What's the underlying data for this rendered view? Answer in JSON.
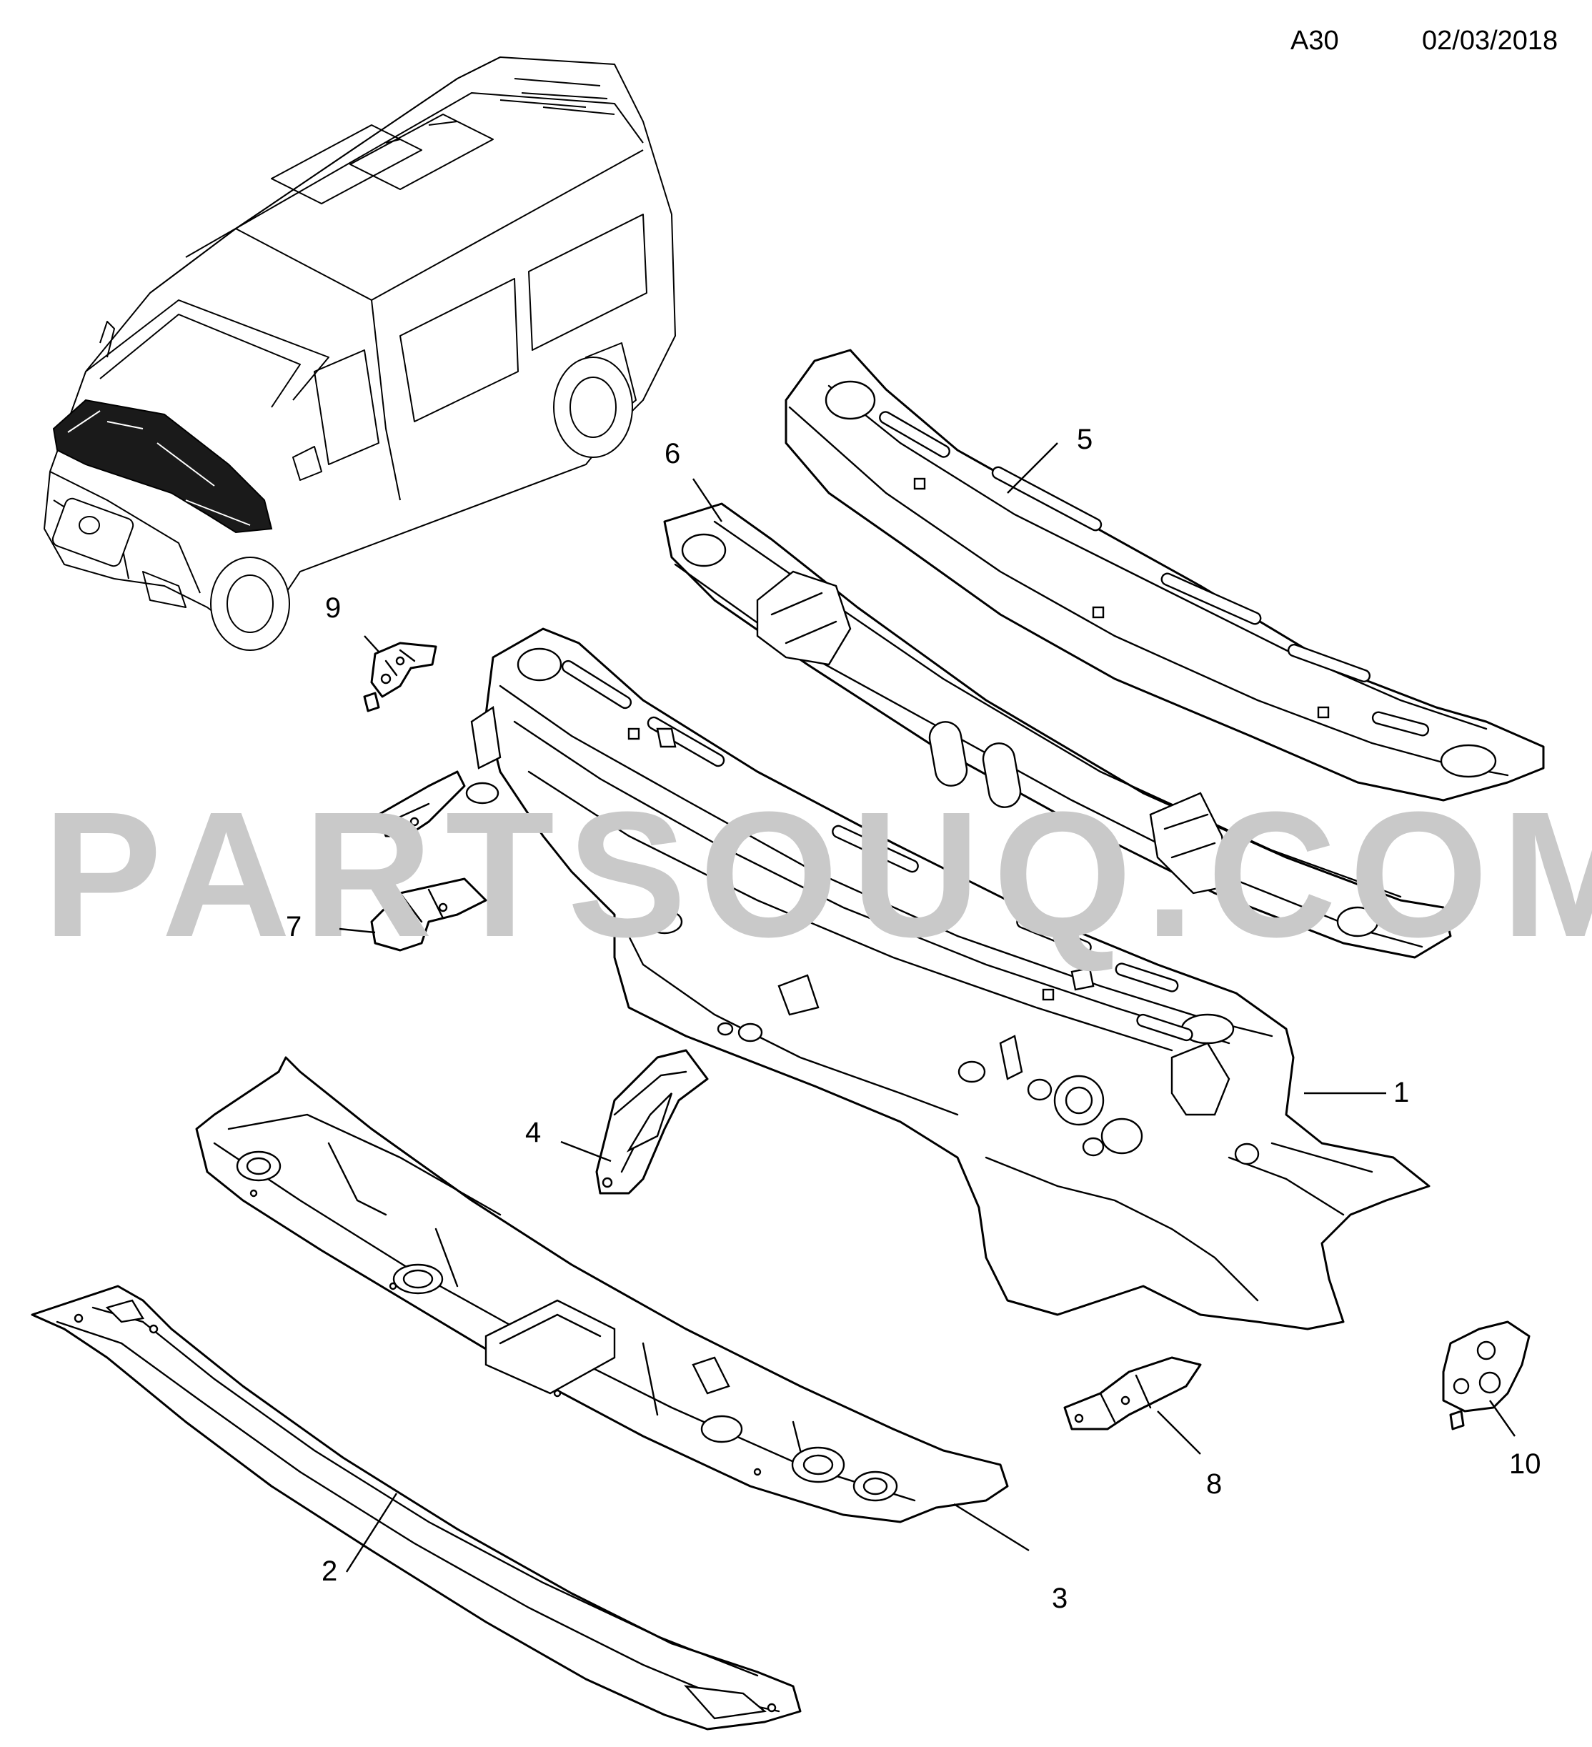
{
  "header": {
    "code": "A30",
    "date": "02/03/2018"
  },
  "watermark": "PARTSOUQ.COM",
  "callouts": [
    {
      "id": "1",
      "label": "1"
    },
    {
      "id": "2",
      "label": "2"
    },
    {
      "id": "3",
      "label": "3"
    },
    {
      "id": "4",
      "label": "4"
    },
    {
      "id": "5",
      "label": "5"
    },
    {
      "id": "6",
      "label": "6"
    },
    {
      "id": "7",
      "label": "7"
    },
    {
      "id": "8",
      "label": "8"
    },
    {
      "id": "9",
      "label": "9"
    },
    {
      "id": "10",
      "label": "10"
    }
  ]
}
